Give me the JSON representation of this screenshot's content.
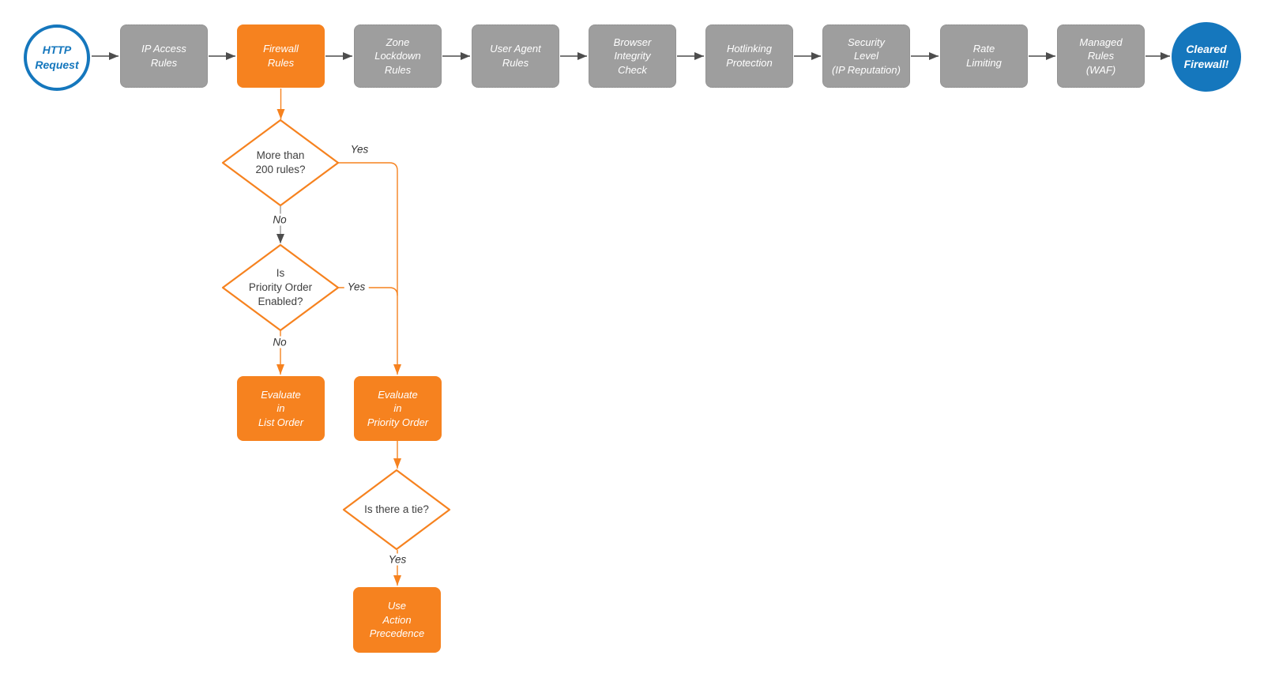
{
  "colors": {
    "orange": "#f6821f",
    "blue": "#1577bd",
    "gray_node": "#9e9e9e",
    "arrow_gray": "#4d4d4d",
    "diamond_text": "#3f3f3f"
  },
  "pipeline": {
    "start": {
      "label": "HTTP\nRequest"
    },
    "stages": [
      {
        "label": "IP Access\nRules",
        "style": "gray"
      },
      {
        "label": "Firewall\nRules",
        "style": "orange"
      },
      {
        "label": "Zone\nLockdown\nRules",
        "style": "gray"
      },
      {
        "label": "User Agent\nRules",
        "style": "gray"
      },
      {
        "label": "Browser\nIntegrity\nCheck",
        "style": "gray"
      },
      {
        "label": "Hotlinking\nProtection",
        "style": "gray"
      },
      {
        "label": "Security\nLevel\n(IP Reputation)",
        "style": "gray"
      },
      {
        "label": "Rate\nLimiting",
        "style": "gray"
      },
      {
        "label": "Managed\nRules\n(WAF)",
        "style": "gray"
      }
    ],
    "end": {
      "label": "Cleared\nFirewall!"
    }
  },
  "decision_branch": {
    "decisions": [
      {
        "label": "More than\n200 rules?"
      },
      {
        "label": "Is\nPriority Order\nEnabled?"
      },
      {
        "label": "Is there a tie?"
      }
    ],
    "actions": [
      {
        "label": "Evaluate\nin\nList Order"
      },
      {
        "label": "Evaluate\nin\nPriority Order"
      },
      {
        "label": "Use\nAction\nPrecedence"
      }
    ],
    "edge_labels": {
      "d1_yes": "Yes",
      "d1_no": "No",
      "d2_yes": "Yes",
      "d2_no": "No",
      "d3_yes": "Yes"
    }
  }
}
